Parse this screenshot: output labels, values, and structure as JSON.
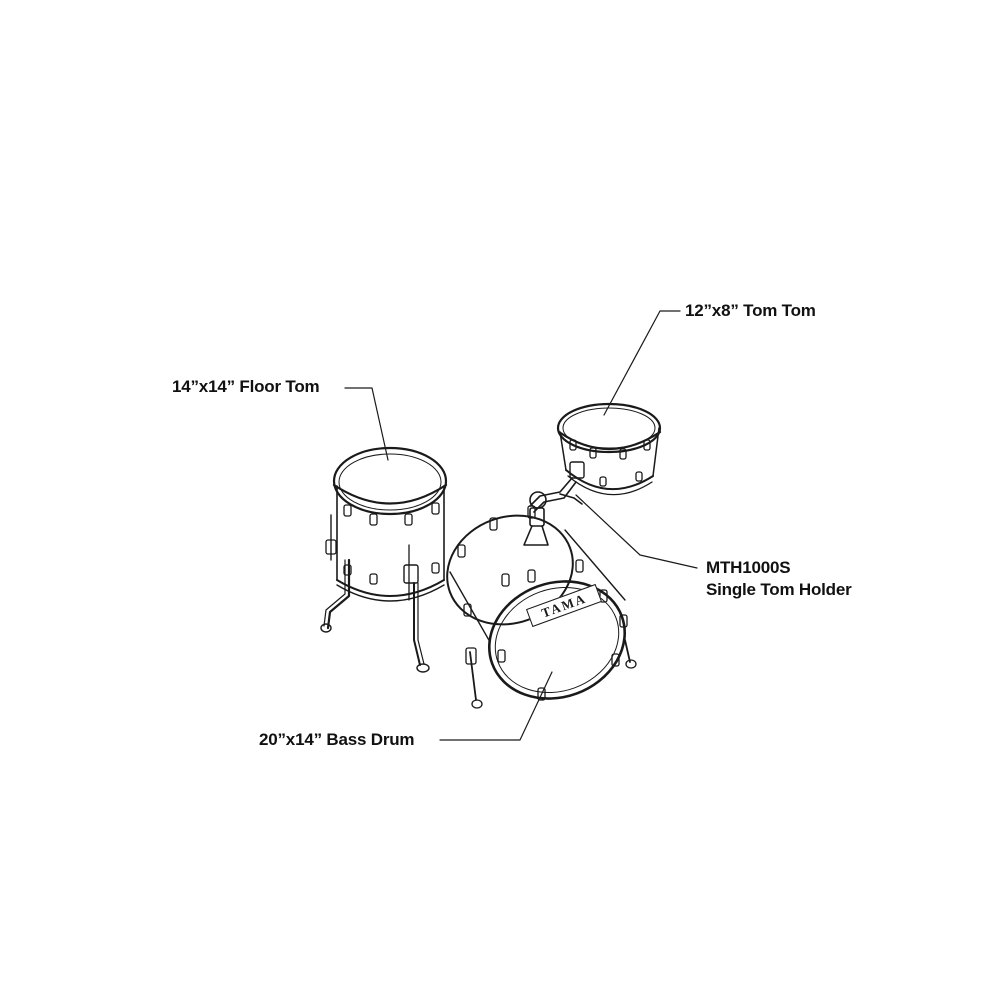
{
  "labels": {
    "tom_tom": "12”x8” Tom Tom",
    "floor_tom": "14”x14” Floor Tom",
    "tom_holder_model": "MTH1000S",
    "tom_holder_name": "Single Tom Holder",
    "bass_drum": "20”x14” Bass Drum"
  },
  "logo": {
    "text": "TAMA"
  },
  "colors": {
    "line": "#1a1a1a",
    "background": "#ffffff"
  }
}
